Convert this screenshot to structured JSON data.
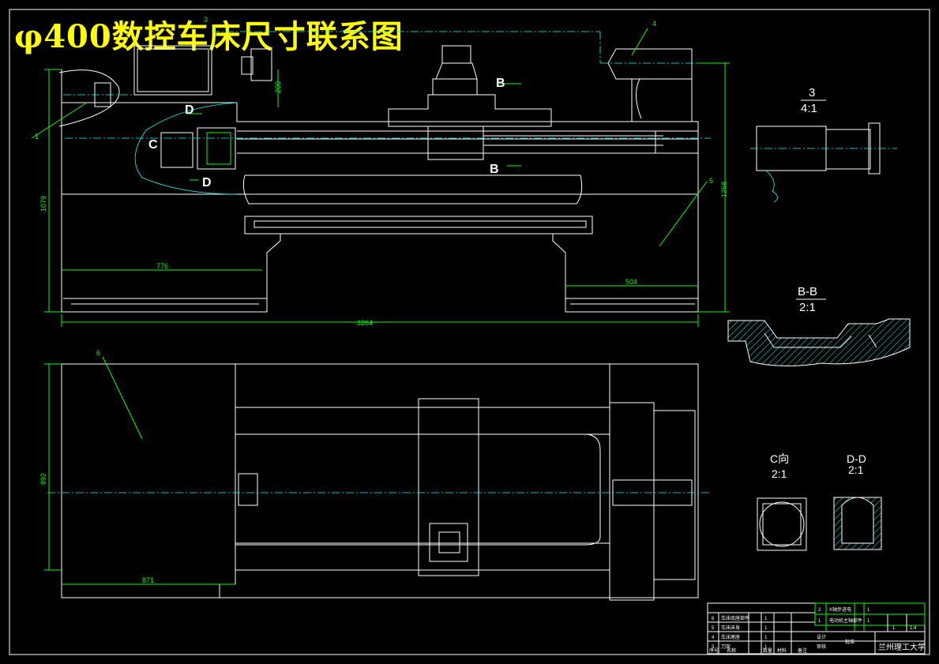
{
  "title": "φ400数控车床尺寸联系图",
  "front_view": {
    "dims": {
      "d200": "200",
      "d1079": "1079",
      "d1258": "1258",
      "d776": "776",
      "d504": "504",
      "d3264": "3264"
    },
    "parts": {
      "p1": "1",
      "p3": "3",
      "p4": "4",
      "p5": "5"
    },
    "section_letters": {
      "b_top": "B",
      "b_bottom": "B",
      "c": "C",
      "d_top": "D",
      "d_bottom": "D"
    }
  },
  "top_view": {
    "dims": {
      "d892": "892",
      "d871": "871"
    },
    "parts": {
      "p6": "6"
    }
  },
  "details": {
    "detail3_num": "3",
    "detail3_scale": "4:1",
    "bb_label": "B-B",
    "bb_scale": "2:1",
    "c_label": "C向",
    "c_scale": "2:1",
    "dd_label": "D-D",
    "dd_scale": "2:1"
  },
  "title_block": {
    "school": "兰州理工大学",
    "scale": "1:4",
    "sheet": "1",
    "parts_rows": [
      {
        "no": "6",
        "name": "车床底座部件",
        "qty": "1"
      },
      {
        "no": "5",
        "name": "车床床身",
        "qty": "1"
      },
      {
        "no": "4",
        "name": "车床尾座",
        "qty": "1"
      },
      {
        "no": "3",
        "name": "刀架",
        "qty": "1"
      }
    ],
    "header_cells": [
      "序号",
      "名称",
      "数量",
      "材料",
      "备注"
    ],
    "upper_rows": [
      {
        "no": "2",
        "name": "X轴步进电",
        "qty": "1"
      },
      {
        "no": "1",
        "name": "电动机主轴部件",
        "qty": "1"
      }
    ],
    "roles": [
      "设计",
      "审核",
      "批准"
    ]
  },
  "colors": {
    "background": "#000000",
    "title": "#ffff00",
    "lines": "#ffffff",
    "dims": "#00ff00",
    "centerline": "#00ffff",
    "hatch": "#00ffff"
  }
}
